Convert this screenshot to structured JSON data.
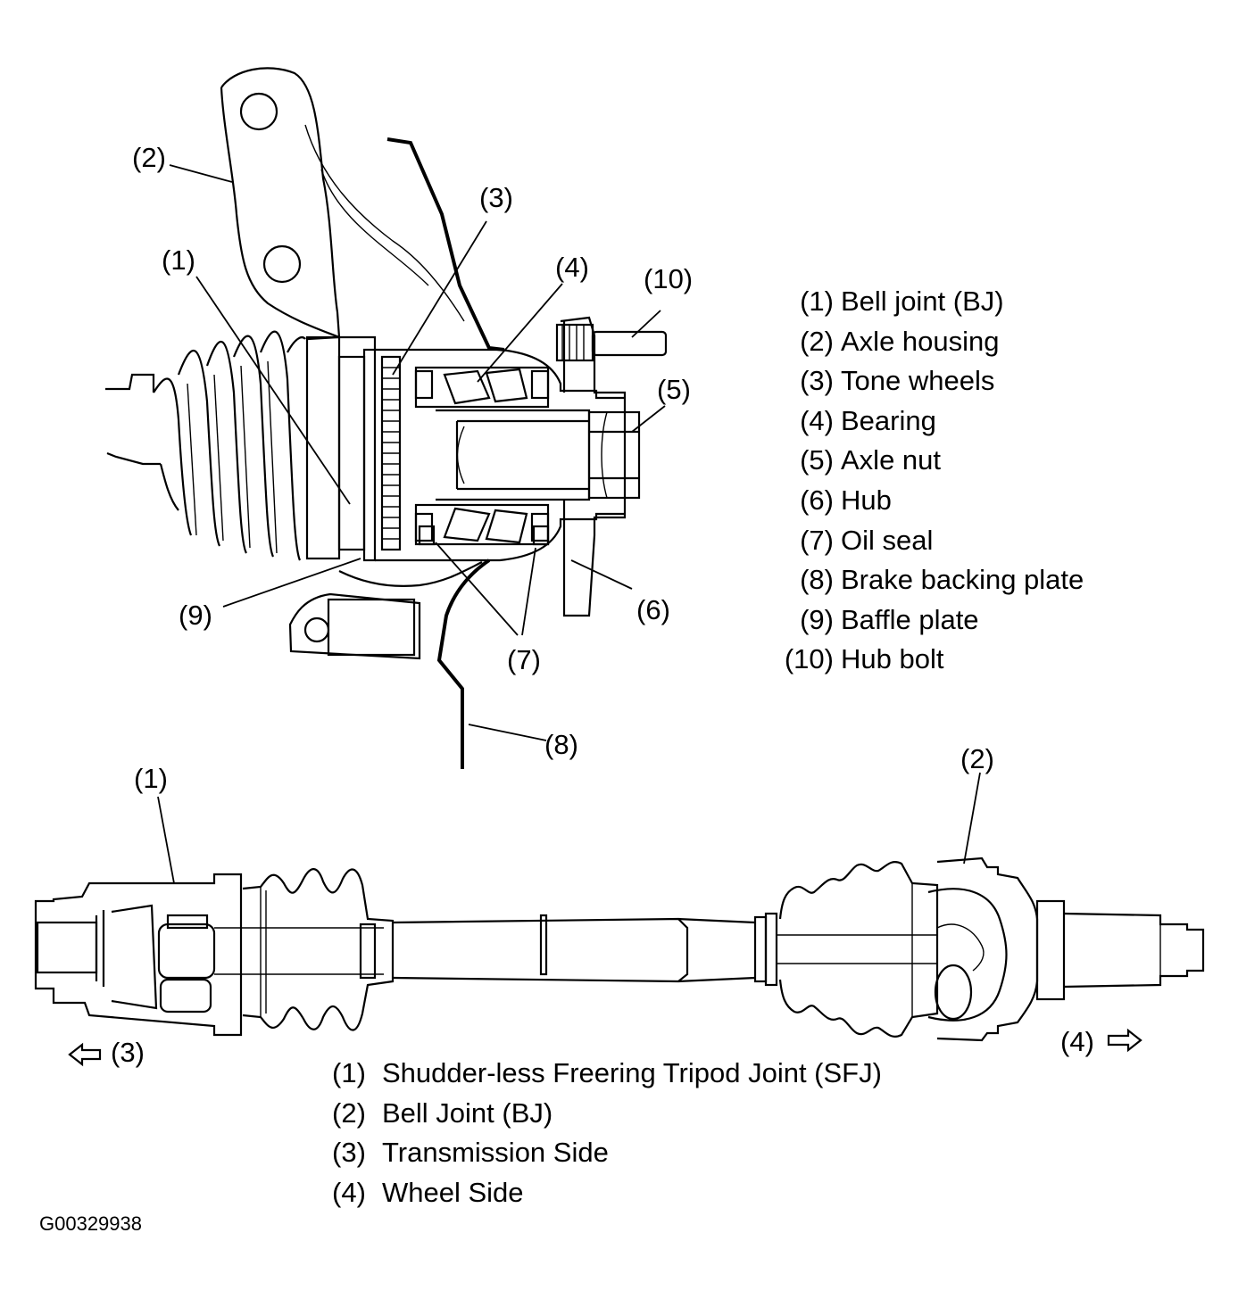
{
  "hub_diagram": {
    "callouts": [
      "(1)",
      "(2)",
      "(3)",
      "(4)",
      "(5)",
      "(6)",
      "(7)",
      "(8)",
      "(9)",
      "(10)"
    ],
    "legend": [
      {
        "num": "(1)",
        "label": "Bell joint (BJ)"
      },
      {
        "num": "(2)",
        "label": "Axle housing"
      },
      {
        "num": "(3)",
        "label": "Tone wheels"
      },
      {
        "num": "(4)",
        "label": "Bearing"
      },
      {
        "num": "(5)",
        "label": "Axle nut"
      },
      {
        "num": "(6)",
        "label": "Hub"
      },
      {
        "num": "(7)",
        "label": "Oil seal"
      },
      {
        "num": "(8)",
        "label": "Brake backing plate"
      },
      {
        "num": "(9)",
        "label": "Baffle plate"
      },
      {
        "num": "(10)",
        "label": "Hub bolt"
      }
    ]
  },
  "shaft_diagram": {
    "callouts": [
      "(1)",
      "(2)"
    ],
    "left_direction": "(3)",
    "right_direction": "(4)",
    "left_arrow_icon": "arrow-left-hollow",
    "right_arrow_icon": "arrow-right-hollow",
    "legend": [
      {
        "num": "(1)",
        "label": "Shudder-less Freering Tripod Joint (SFJ)"
      },
      {
        "num": "(2)",
        "label": "Bell Joint (BJ)"
      },
      {
        "num": "(3)",
        "label": "Transmission Side"
      },
      {
        "num": "(4)",
        "label": "Wheel Side"
      }
    ]
  },
  "figure_id": "G00329938",
  "colors": {
    "line": "#000000",
    "background": "#ffffff"
  }
}
